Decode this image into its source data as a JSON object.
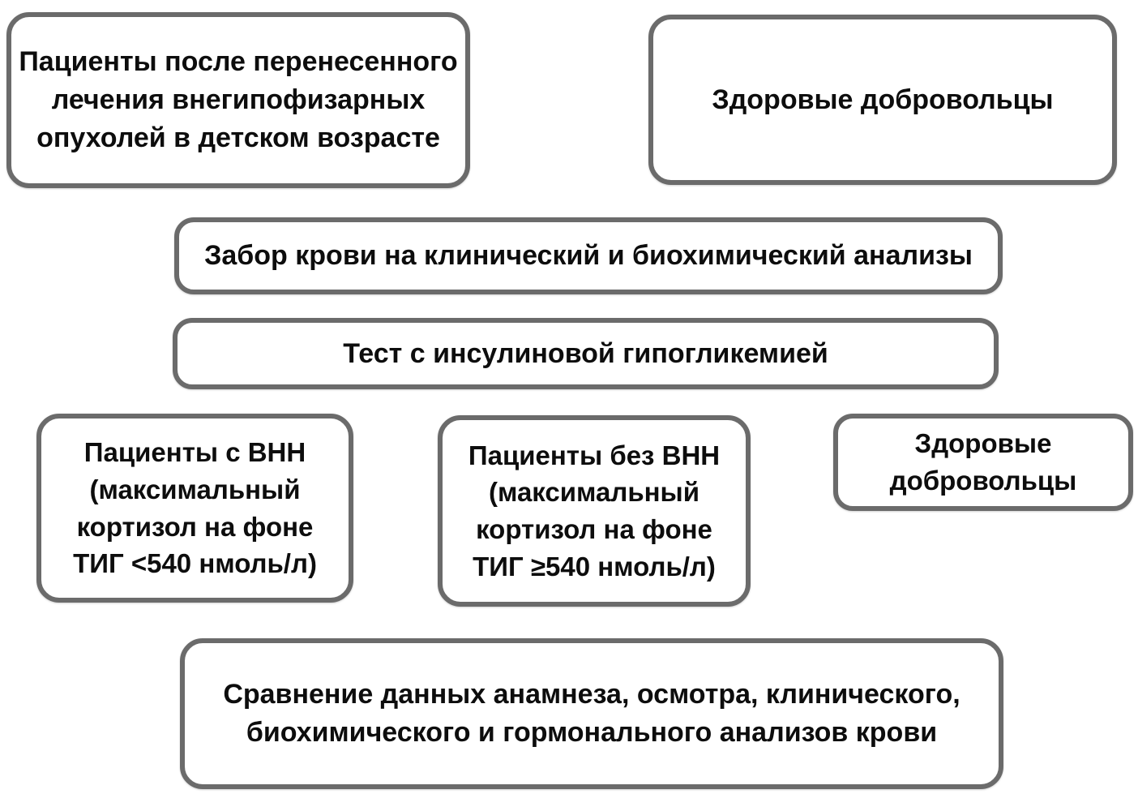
{
  "diagram": {
    "type": "flowchart",
    "background_color": "#ffffff",
    "box_border_color": "#6b6b6b",
    "text_color": "#0d0d0d",
    "boxes": {
      "patients_after_treatment": {
        "lines": [
          "Пациенты после перенесенного",
          "лечения внегипофизарных",
          "опухолей в детском возрасте"
        ]
      },
      "healthy_volunteers_top": {
        "lines": [
          "Здоровые добровольцы"
        ]
      },
      "blood_sampling": {
        "lines": [
          "Забор крови на клинический и биохимический анализы"
        ]
      },
      "insulin_hypoglycemia_test": {
        "lines": [
          "Тест с инсулиновой гипогликемией"
        ]
      },
      "patients_with_vnn": {
        "lines": [
          "Пациенты с ВНН",
          "(максимальный",
          "кортизол на фоне",
          "ТИГ <540 нмоль/л)"
        ]
      },
      "patients_without_vnn": {
        "lines": [
          "Пациенты без ВНН",
          "(максимальный",
          "кортизол на фоне",
          "ТИГ ≥540 нмоль/л)"
        ]
      },
      "healthy_volunteers_bottom": {
        "lines": [
          "Здоровые",
          "добровольцы"
        ]
      },
      "comparison": {
        "lines": [
          "Сравнение данных анамнеза, осмотра, клинического,",
          "биохимического и гормонального анализов крови"
        ]
      }
    }
  }
}
